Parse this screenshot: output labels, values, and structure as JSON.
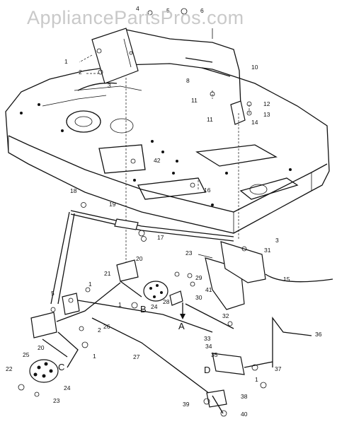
{
  "watermark": "AppliancePartsPros.com",
  "callouts": [
    "1",
    "2",
    "3",
    "4",
    "5",
    "6",
    "8",
    "10",
    "11",
    "11",
    "12",
    "13",
    "14",
    "15",
    "16",
    "17",
    "18",
    "19",
    "20",
    "20",
    "21",
    "22",
    "23",
    "23",
    "24",
    "24",
    "25",
    "26",
    "27",
    "28",
    "29",
    "30",
    "31",
    "32",
    "33",
    "34",
    "35",
    "36",
    "37",
    "38",
    "39",
    "40",
    "41",
    "42",
    "1",
    "1",
    "1",
    "1",
    "2",
    "3",
    "5"
  ],
  "view_letters": [
    "A",
    "B",
    "C",
    "D"
  ]
}
